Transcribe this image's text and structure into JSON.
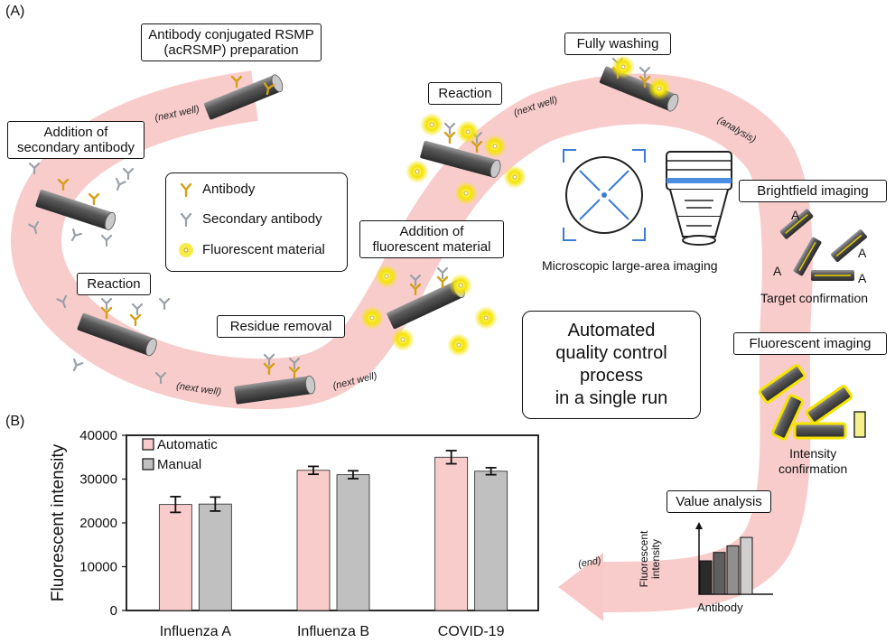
{
  "panels": {
    "a": "(A)",
    "b": "(B)"
  },
  "steps": {
    "acrsmp": [
      "Antibody conjugated RSMP",
      "(acRSMP) preparation"
    ],
    "addition_secondary": [
      "Addition of",
      "secondary antibody"
    ],
    "reaction_left": "Reaction",
    "residue_removal": "Residue removal",
    "addition_fluorescent": [
      "Addition of",
      "fluorescent material"
    ],
    "reaction_mid": "Reaction",
    "fully_washing": "Fully washing",
    "brightfield": "Brightfield imaging",
    "fluorescent_imaging": "Fluorescent imaging",
    "value_analysis": "Value analysis"
  },
  "flow_labels": {
    "next_well": "(next well)",
    "analysis": "(analysis)",
    "end": "(end)"
  },
  "legend": {
    "antibody": "Antibody",
    "secondary": "Secondary antibody",
    "fluorescent": "Fluorescent material"
  },
  "imaging": {
    "microscopic": "Microscopic large-area imaging",
    "target_confirmation": "Target confirmation",
    "intensity_confirmation": [
      "Intensity",
      "confirmation"
    ],
    "target_letter": "A"
  },
  "automated": [
    "Automated",
    "quality control",
    "process",
    "in a single run"
  ],
  "mini_chart": {
    "ylabel": [
      "Fluorescent",
      "intensity"
    ],
    "xlabel": "Antibody",
    "values": [
      1,
      1.25,
      1.45,
      1.7
    ]
  },
  "colors": {
    "band": "#f9c9c9",
    "automatic": "#f9cccc",
    "manual": "#c0c0c0",
    "antibody": "#d4a017",
    "secondary": "#9aa0a8",
    "glow": "#f5e400"
  },
  "chart_data": {
    "type": "bar",
    "categories": [
      "Influenza A",
      "Influenza B",
      "COVID-19"
    ],
    "series": [
      {
        "name": "Automatic",
        "values": [
          24200,
          32000,
          35000
        ],
        "errors": [
          1800,
          900,
          1500
        ]
      },
      {
        "name": "Manual",
        "values": [
          24300,
          31000,
          31800
        ],
        "errors": [
          1600,
          900,
          800
        ]
      }
    ],
    "ylabel": "Fluorescent intensity",
    "ylim": [
      0,
      40000
    ],
    "yticks": [
      0,
      10000,
      20000,
      30000,
      40000
    ],
    "legend_position": "top-left",
    "grid": false
  }
}
